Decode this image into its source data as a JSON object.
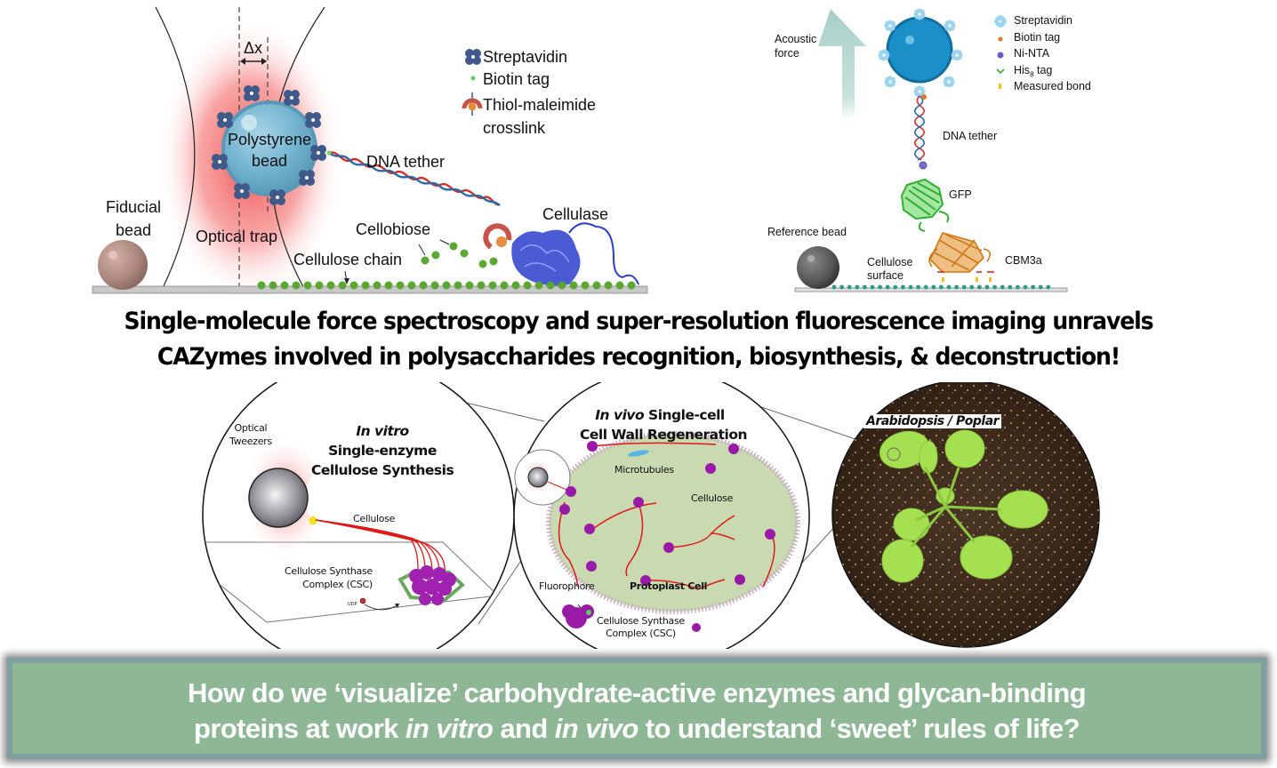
{
  "panel_optical_trap": {
    "delta_label": "Δx",
    "bead_label_line1": "Polystyrene",
    "bead_label_line2": "bead",
    "fiducial_line1": "Fiducial",
    "fiducial_line2": "bead",
    "trap_label": "Optical trap",
    "dna_label": "DNA tether",
    "cellobiose_label": "Cellobiose",
    "chain_label": "Cellulose chain",
    "enzyme_label": "Cellulase",
    "legend": [
      {
        "icon": "streptavidin-icon",
        "label": "Streptavidin"
      },
      {
        "icon": "biotin-icon",
        "label": "Biotin tag"
      },
      {
        "icon": "crosslink-icon",
        "label": "Thiol-maleimide"
      },
      {
        "icon": "",
        "label": "crosslink"
      }
    ],
    "colors": {
      "trap": "#f26b6b",
      "bead": "#6aaecb",
      "streptavidin": "#3a5a8c",
      "chain": "#5aa832",
      "dna_red": "#d0302a",
      "dna_blue": "#2a6aa8"
    }
  },
  "panel_acoustic": {
    "force_line1": "Acoustic",
    "force_line2": "force",
    "dna_label": "DNA tether",
    "gfp_label": "GFP",
    "cbm_label": "CBM3a",
    "reference_label": "Reference bead",
    "surface_line1": "Cellulose",
    "surface_line2": "surface",
    "legend": [
      {
        "icon": "streptavidin-icon",
        "label": "Streptavidin"
      },
      {
        "icon": "biotin-icon",
        "label": "Biotin tag"
      },
      {
        "icon": "ni-nta-icon",
        "label": "Ni-NTA"
      },
      {
        "icon": "his-tag-icon",
        "label": "His",
        "sub": "8",
        "suffix": " tag"
      },
      {
        "icon": "measured-bond-icon",
        "label": "Measured bond"
      }
    ],
    "colors": {
      "bead": "#1a8fc8",
      "arrow": "#a8cfc8",
      "gfp": "#3cc43c",
      "cbm": "#e08a1e",
      "surface_dots": "#2a9a88"
    }
  },
  "headline": {
    "line1": "Single-molecule force spectroscopy and super-resolution fluorescence imaging unravels",
    "line2": "CAZymes involved in polysaccharides recognition, biosynthesis, & deconstruction!"
  },
  "circle_invitro": {
    "tweezers_line1": "Optical",
    "tweezers_line2": "Tweezers",
    "title_italic": "In vitro",
    "title_line2": "Single-enzyme",
    "title_line3": "Cellulose Synthesis",
    "cellulose_label": "Cellulose",
    "csc_line1": "Cellulose Synthase",
    "csc_line2": "Complex (CSC)",
    "udp_label": "UDP"
  },
  "circle_invivo": {
    "title_italic": "In vivo",
    "title_rest": " Single-cell",
    "title_line2": "Cell Wall Regeneration",
    "microtubules_label": "Microtubules",
    "cellulose_label": "Cellulose",
    "fluorophore_label": "Fluorophore",
    "protoplast_label": "Protoplast Cell",
    "csc_line1": "Cellulose Synthase",
    "csc_line2": "Complex (CSC)",
    "colors": {
      "cell": "#c9dab0",
      "csc": "#9a1aa8",
      "cellulose": "#e01818"
    }
  },
  "circle_plant": {
    "label": "Arabidopsis / Poplar"
  },
  "question": {
    "line1": "How do we ‘visualize’ carbohydrate-active enzymes and glycan-binding",
    "line2_a": "proteins at work ",
    "line2_b": "in vitro",
    "line2_c": " and ",
    "line2_d": "in vivo",
    "line2_e": " to understand ‘sweet’ rules of life?",
    "colors": {
      "box": "#8eb895",
      "border": "#7f9fa0"
    }
  }
}
